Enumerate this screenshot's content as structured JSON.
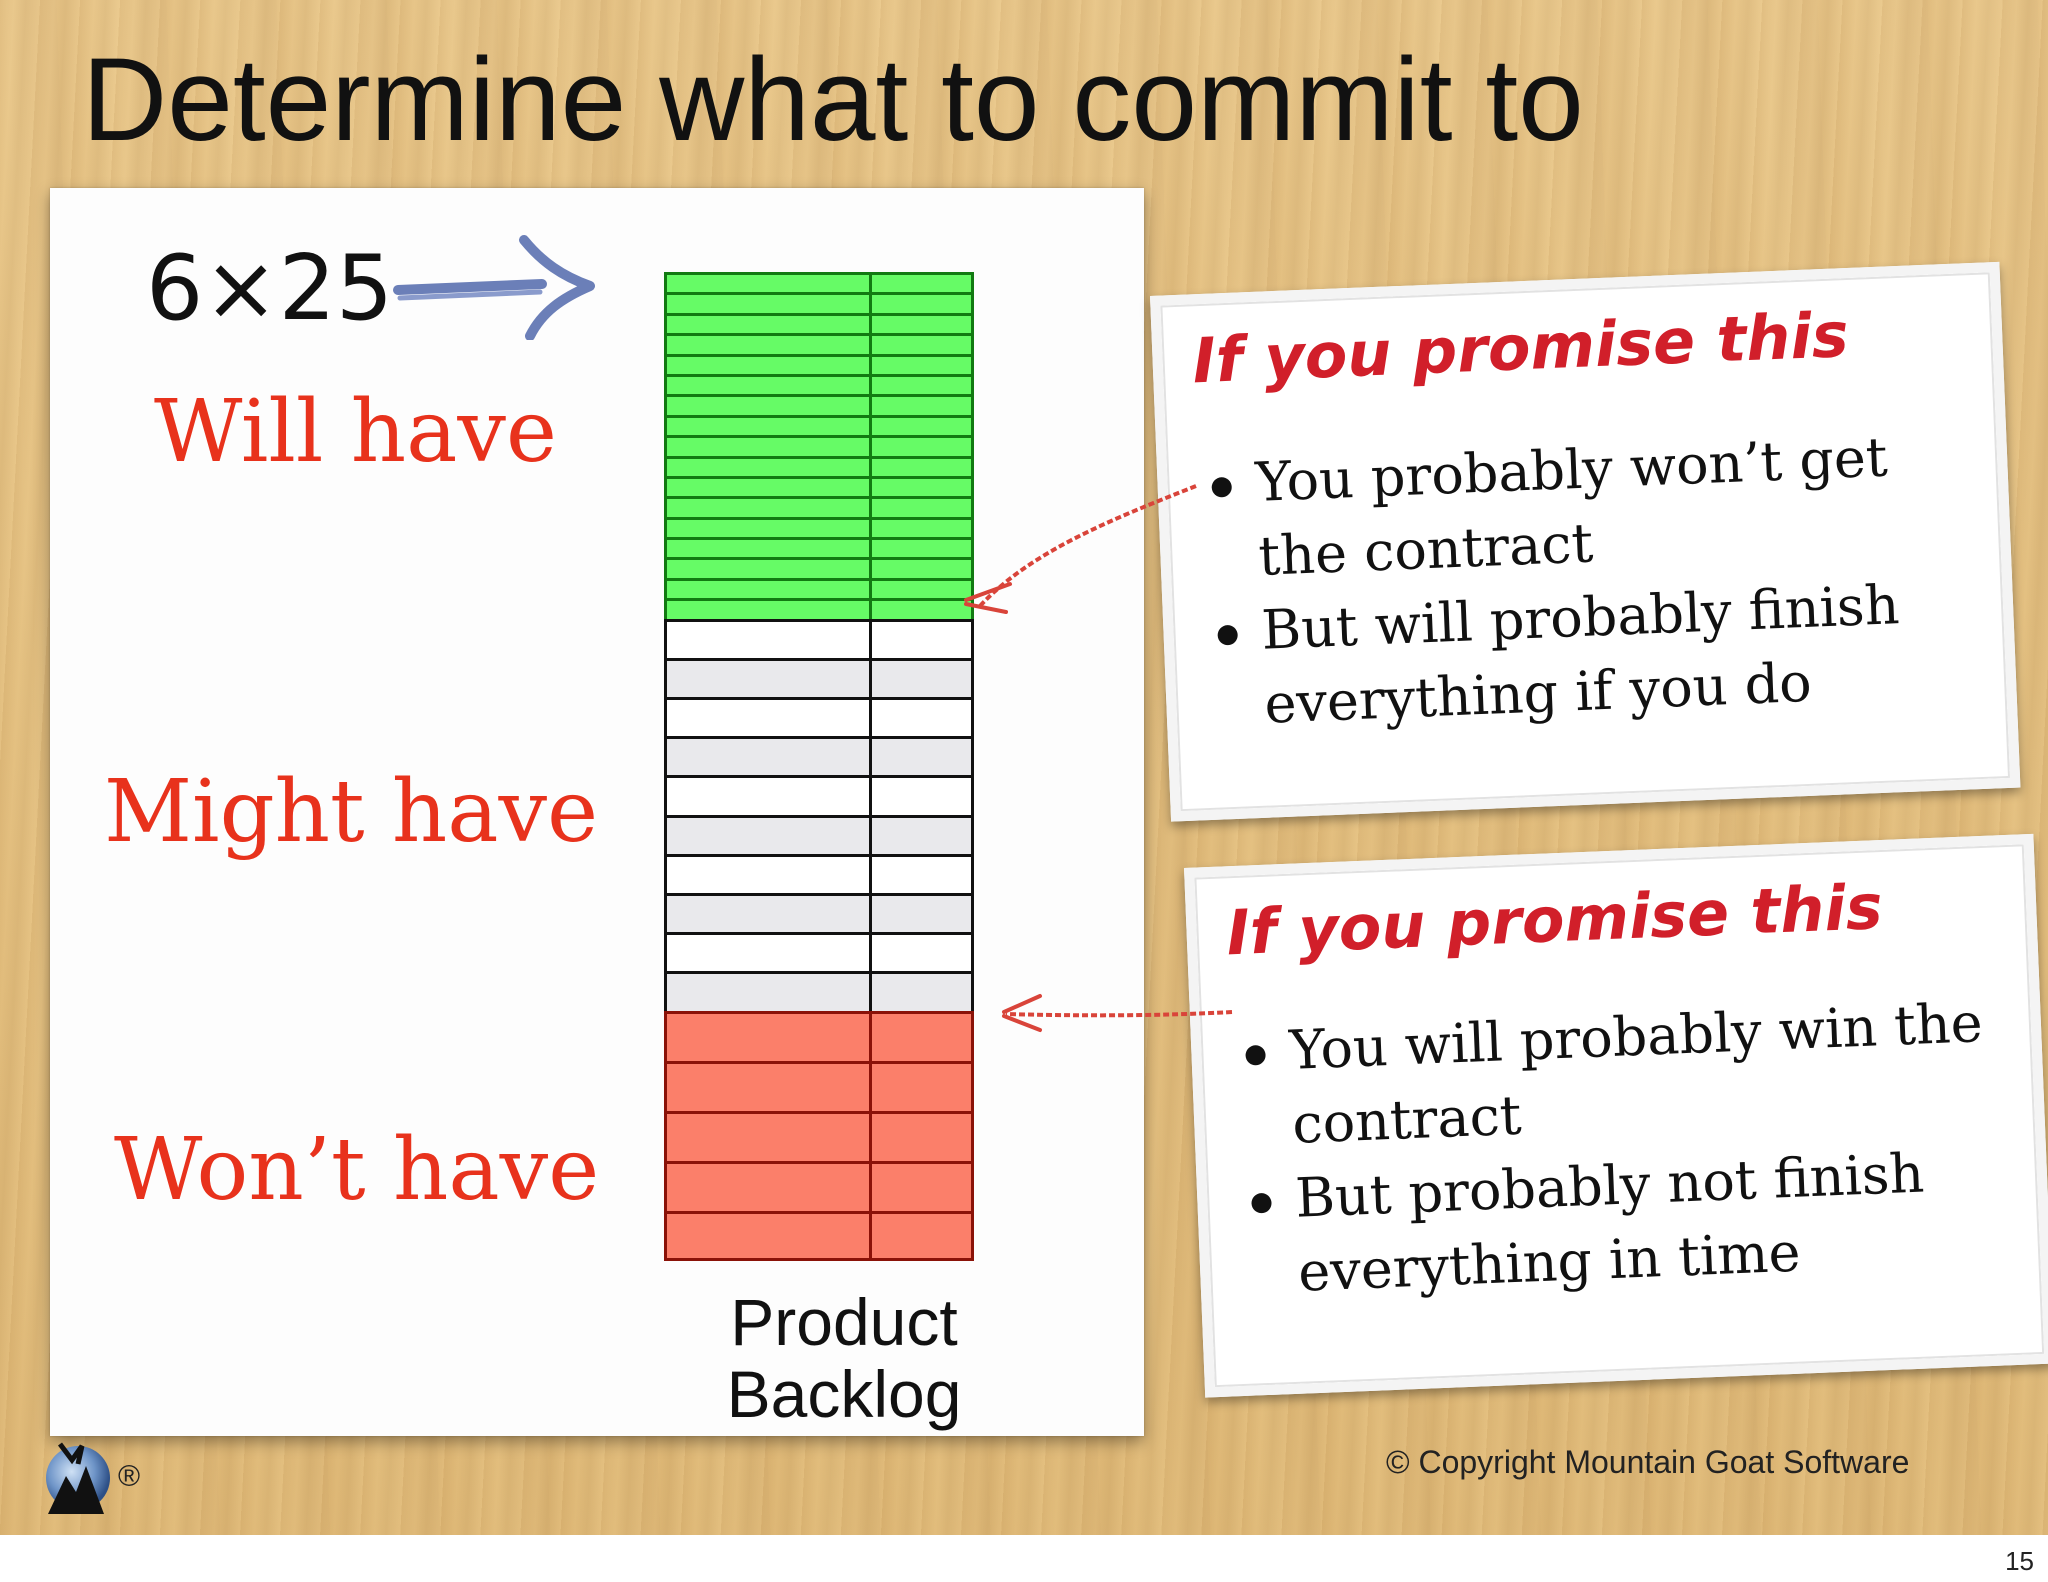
{
  "slide": {
    "title": "Determine what to commit to",
    "page_number": "15"
  },
  "backlog": {
    "capacity": "6×25",
    "zones": [
      {
        "label": "Will have",
        "color": "#e8321c"
      },
      {
        "label": "Might have",
        "color": "#e8321c"
      },
      {
        "label": "Won’t have",
        "color": "#e8321c"
      }
    ],
    "label_line1": "Product",
    "label_line2": "Backlog",
    "item_colors": {
      "will": "#66fb66",
      "might_a": "#ffffff",
      "might_b": "#e9e9ec",
      "wont": "#fb7f6a"
    },
    "item_counts": {
      "will": 17,
      "might": 10,
      "wont": 5
    }
  },
  "cards": [
    {
      "heading": "If you promise this",
      "bullets": [
        "You probably won’t get the contract",
        "But will probably finish everything if you do"
      ]
    },
    {
      "heading": "If you promise this",
      "bullets": [
        "You will probably win the contract",
        "But probably not finish everything in time"
      ]
    }
  ],
  "footer": {
    "copyright": "© Copyright Mountain Goat Software",
    "registered": "®"
  },
  "icons": {
    "capacity_arrow": "arrow-right-icon",
    "card_arrows": "arrow-left-icon",
    "logo": "mountain-goat-logo-icon"
  }
}
